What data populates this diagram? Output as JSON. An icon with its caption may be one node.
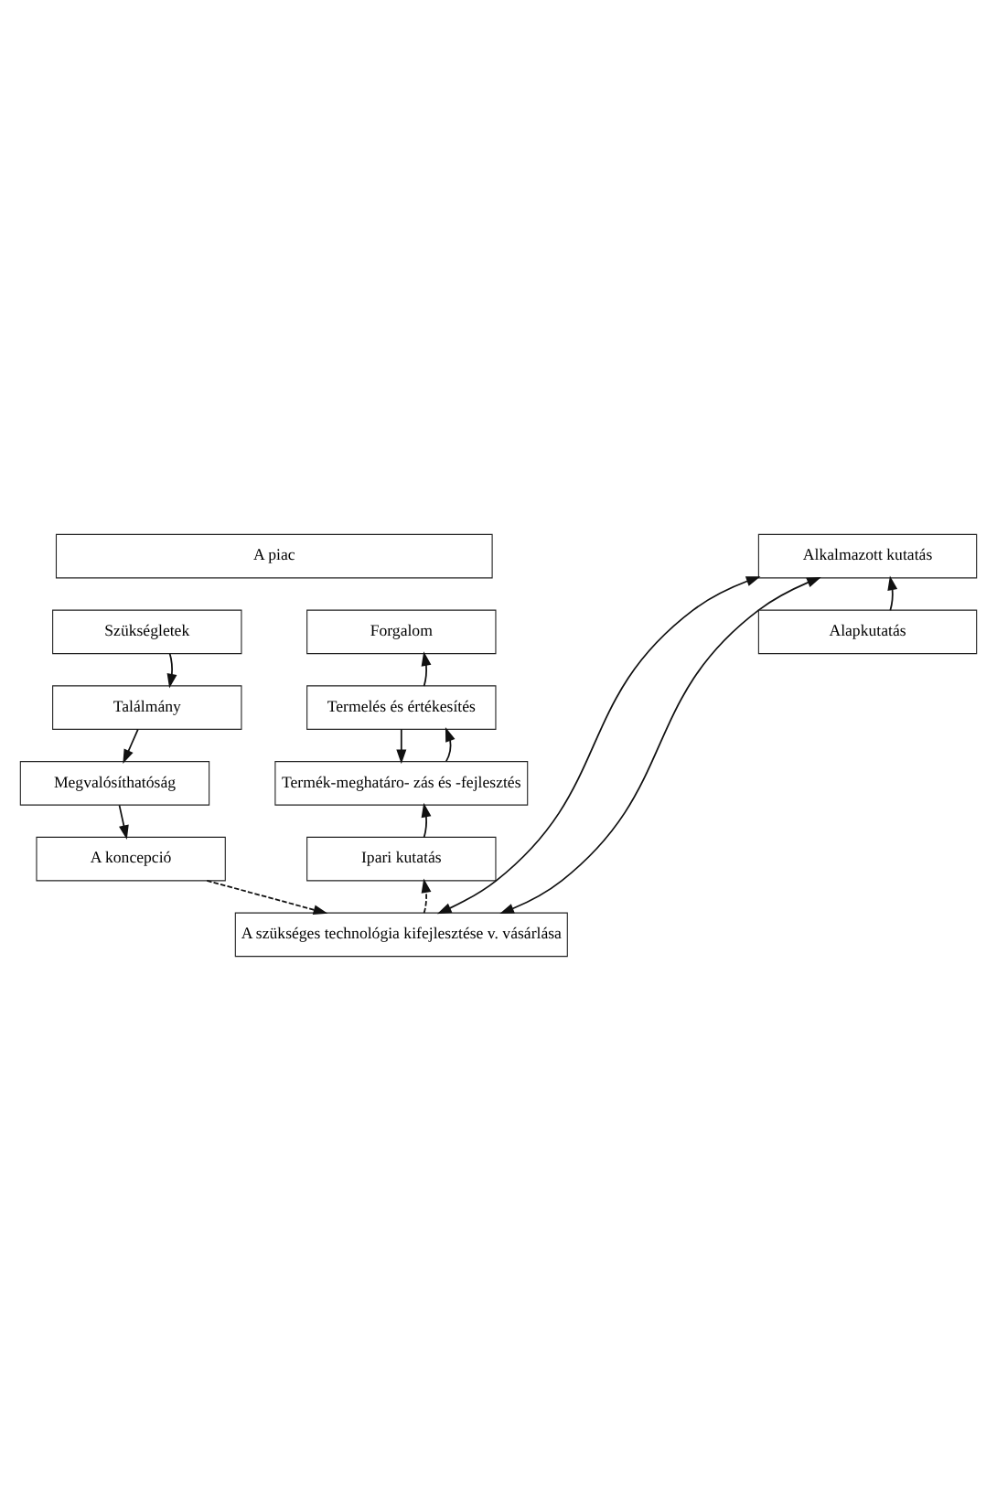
{
  "diagram": {
    "nodes": [
      {
        "text": [
          "A piac"
        ]
      },
      {
        "text": [
          "Szükségletek"
        ]
      },
      {
        "text": [
          "Forgalom"
        ]
      },
      {
        "text": [
          "Találmány"
        ]
      },
      {
        "text": [
          "Termelés és értékesítés"
        ]
      },
      {
        "text": [
          "Megvalósíthatóság"
        ]
      },
      {
        "text": [
          "Termék-meghatáro- zás és -fejlesztés"
        ]
      },
      {
        "text": [
          "A koncepció"
        ]
      },
      {
        "text": [
          "Ipari kutatás"
        ]
      },
      {
        "text": [
          "A szükséges technológia kifejlesztése v. vásárlása"
        ]
      },
      {
        "text": [
          "Alkalmazott kutatás"
        ]
      },
      {
        "text": [
          "Alapkutatás"
        ]
      }
    ],
    "edges": [
      {
        "from": 1,
        "to": 3,
        "arrow": "to"
      },
      {
        "from": 3,
        "to": 5,
        "arrow": "to"
      },
      {
        "from": 5,
        "to": 7,
        "arrow": "to"
      },
      {
        "from": 7,
        "to": 9,
        "arrow": "to",
        "style": "dashed"
      },
      {
        "from": 9,
        "to": 8,
        "arrow": "to",
        "style": "dashed"
      },
      {
        "from": 8,
        "to": 6,
        "arrow": "to"
      },
      {
        "from": 4,
        "to": 6,
        "arrow": "to"
      },
      {
        "from": 6,
        "to": 4,
        "arrow": "to"
      },
      {
        "from": 4,
        "to": 2,
        "arrow": "to"
      },
      {
        "from": 9,
        "to": 10,
        "arrow": "both"
      },
      {
        "from": 9,
        "to": 10,
        "arrow": "both"
      },
      {
        "from": 11,
        "to": 10,
        "arrow": "to"
      }
    ]
  }
}
